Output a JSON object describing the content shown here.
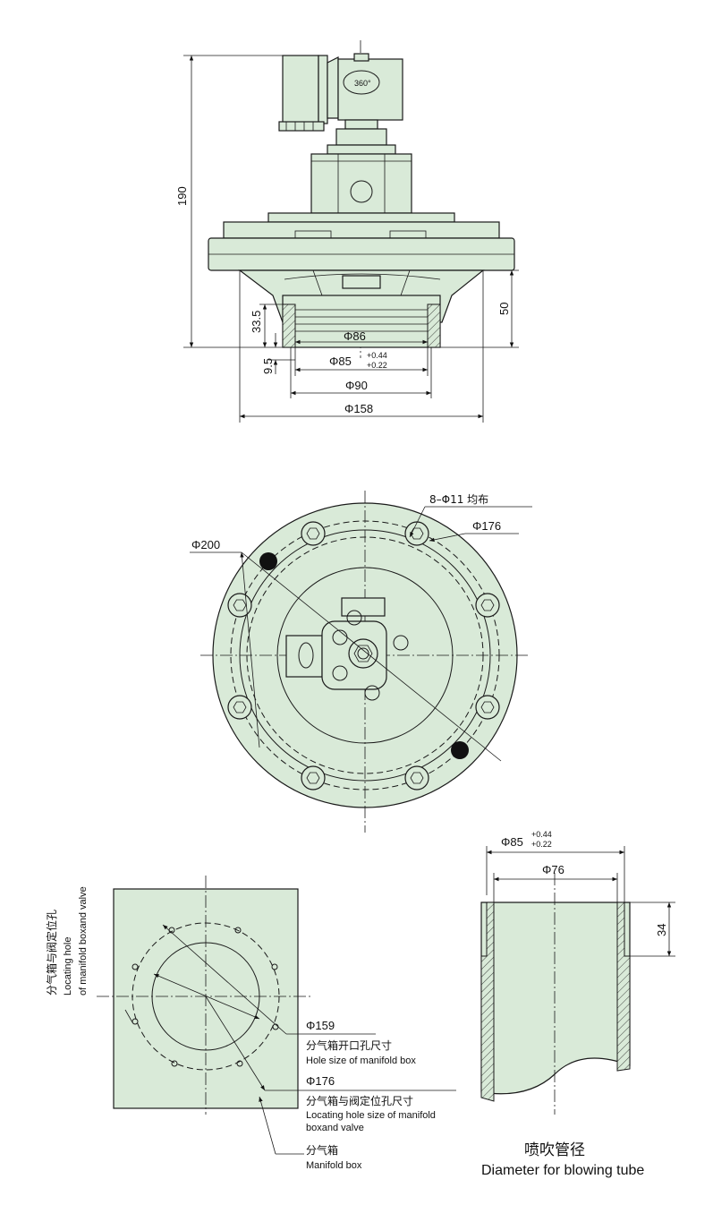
{
  "front_view": {
    "rotation_label": "360°",
    "height_total": "190",
    "height_thread": "50",
    "dim_33_5": "33.5",
    "dim_9_5": "9.5",
    "dia_86": "Φ86",
    "dia_85": "Φ85",
    "tol_upper": "+0.44",
    "tol_lower": "+0.22",
    "dia_90": "Φ90",
    "dia_158": "Φ158"
  },
  "top_view": {
    "holes_label": "8–Φ11 均布",
    "dia_176": "Φ176",
    "dia_200": "Φ200"
  },
  "manifold_view": {
    "locating_hole_cn": "分气箱与阀定位孔",
    "locating_hole_en1": "Locating hole",
    "locating_hole_en2": "of manifold boxand valve",
    "dia_159": "Φ159",
    "hole_size_cn": "分气箱开口孔尺寸",
    "hole_size_en": "Hole size of manifold box",
    "dia_176": "Φ176",
    "locating_size_cn": "分气箱与阀定位孔尺寸",
    "locating_size_en1": "Locating hole size of manifold",
    "locating_size_en2": "boxand valve",
    "manifold_cn": "分气箱",
    "manifold_en": "Manifold box"
  },
  "tube_view": {
    "dia_85": "Φ85",
    "tol_upper": "+0.44",
    "tol_lower": "+0.22",
    "dia_76": "Φ76",
    "depth": "34",
    "title_cn": "喷吹管径",
    "title_en": "Diameter for blowing tube"
  },
  "colors": {
    "part_fill": "#d9ead8",
    "line": "#1a1a1a"
  }
}
